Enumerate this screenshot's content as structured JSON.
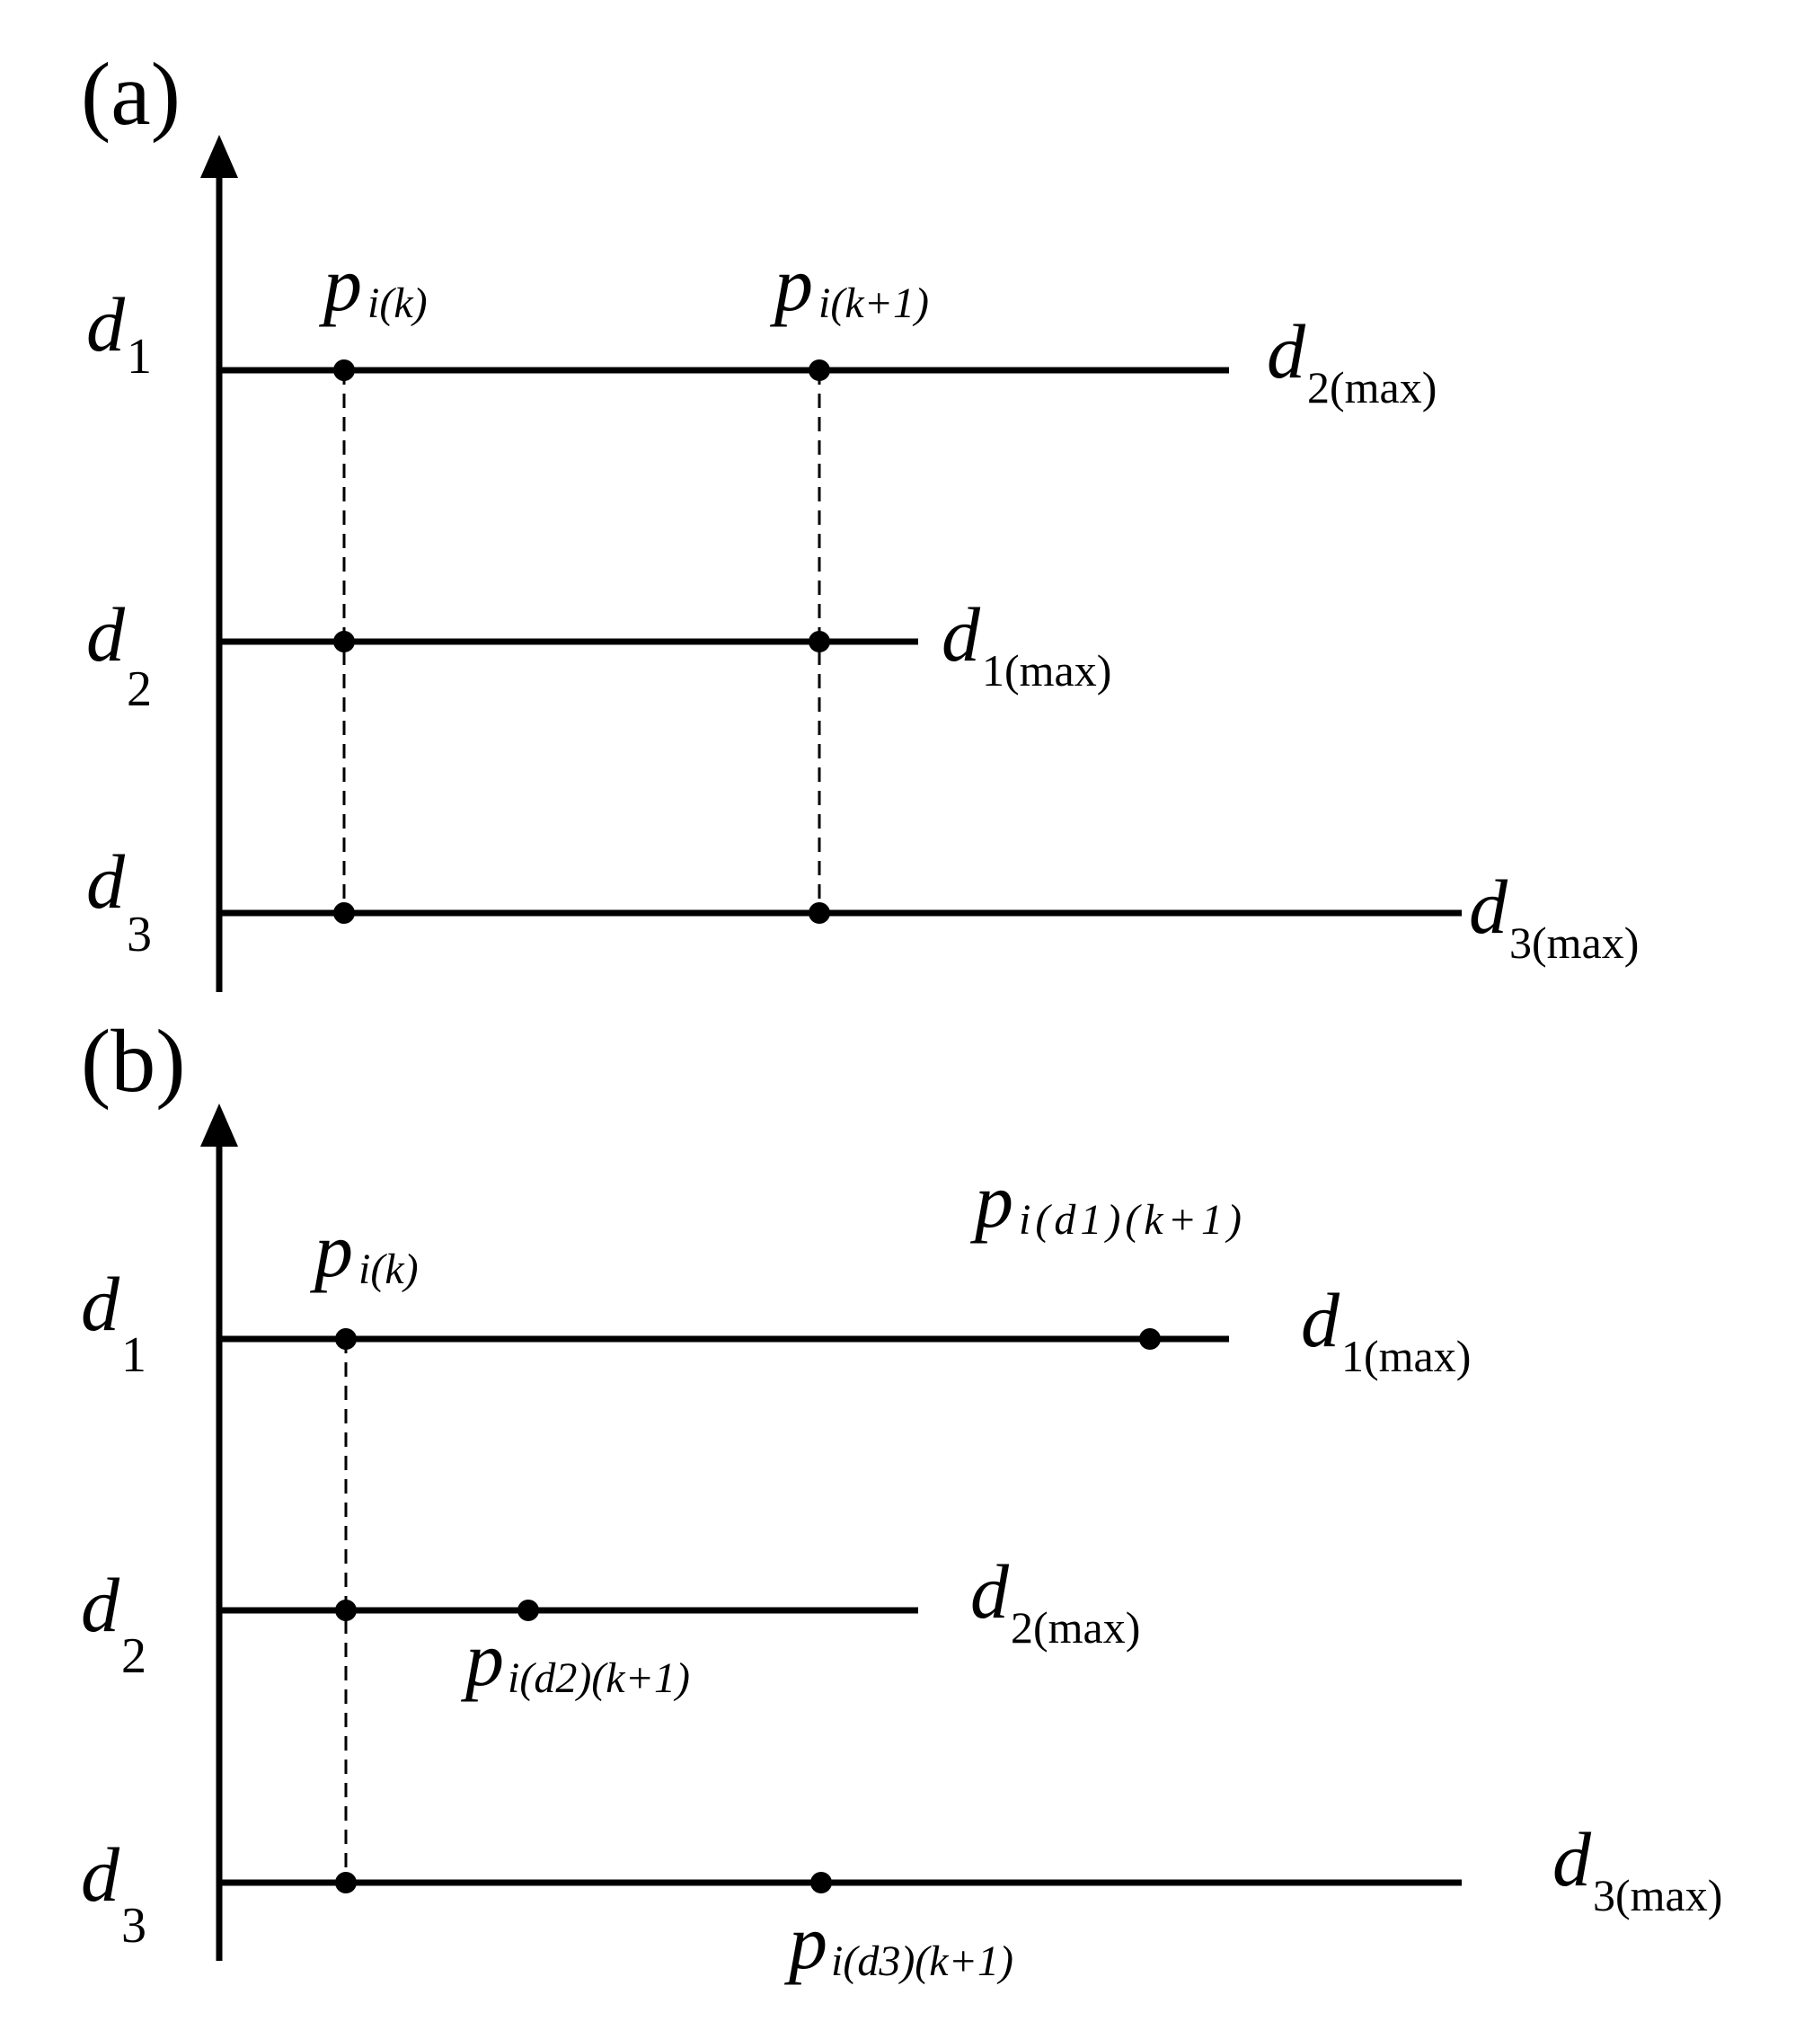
{
  "panels": [
    {
      "id": "a",
      "label": "(a)",
      "rows": [
        {
          "name": "d",
          "sub": "1",
          "end_name": "d",
          "end_sub": "2(max)"
        },
        {
          "name": "d",
          "sub": "2",
          "end_name": "d",
          "end_sub": "1(max)"
        },
        {
          "name": "d",
          "sub": "3",
          "end_name": "d",
          "end_sub": "3(max)"
        }
      ],
      "points": [
        {
          "name": "p",
          "sub": "i(k)"
        },
        {
          "name": "p",
          "sub": "i(k+1)"
        }
      ]
    },
    {
      "id": "b",
      "label": "(b)",
      "rows": [
        {
          "name": "d",
          "sub": "1",
          "end_name": "d",
          "end_sub": "1(max)"
        },
        {
          "name": "d",
          "sub": "2",
          "end_name": "d",
          "end_sub": "2(max)"
        },
        {
          "name": "d",
          "sub": "3",
          "end_name": "d",
          "end_sub": "3(max)"
        }
      ],
      "points": [
        {
          "name": "p",
          "sub": "i(k)"
        },
        {
          "name": "p",
          "sub": "i(d1)(k+1)"
        },
        {
          "name": "p",
          "sub": "i(d2)(k+1)"
        },
        {
          "name": "p",
          "sub": "i(d3)(k+1)"
        }
      ]
    }
  ]
}
